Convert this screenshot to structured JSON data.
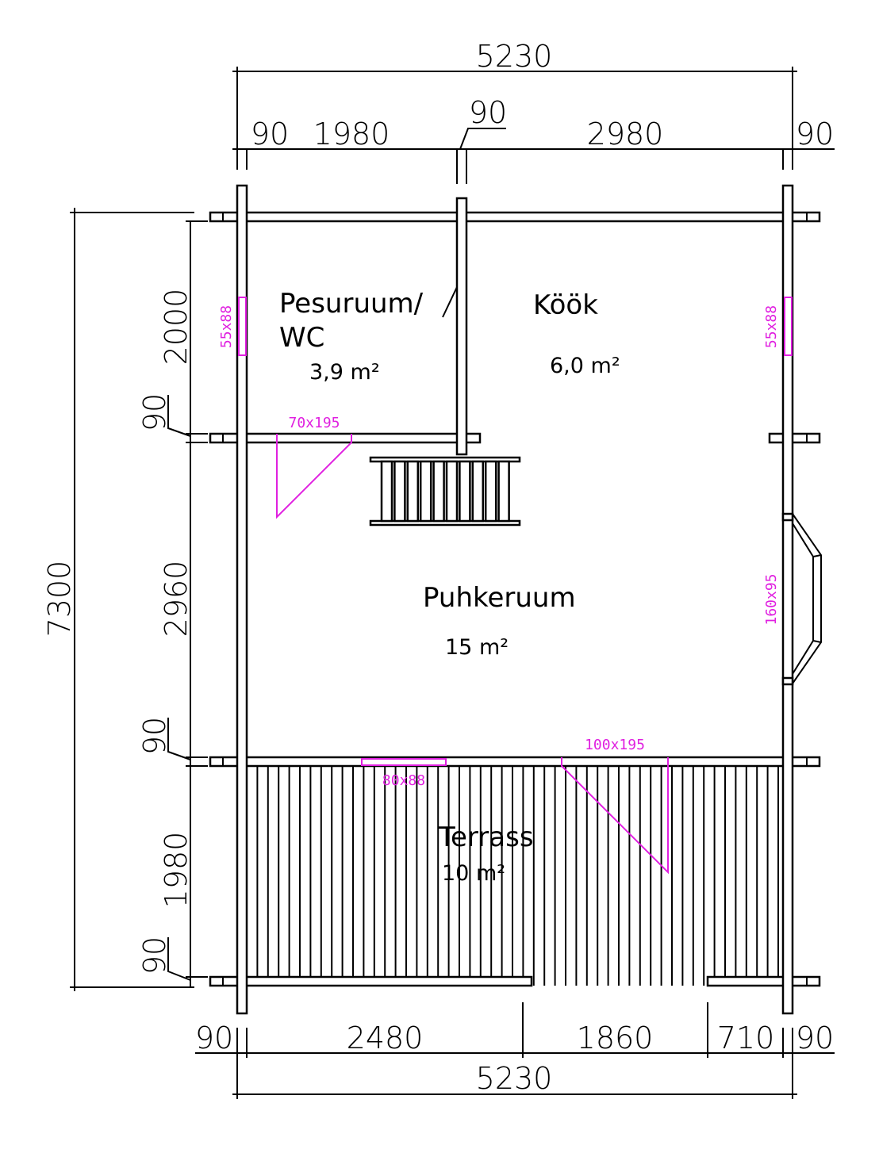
{
  "dimensions": {
    "top_total": "5230",
    "top_segments": [
      "90",
      "1980",
      "90",
      "2980",
      "90"
    ],
    "left_total": "7300",
    "left_segments": [
      "2000",
      "90",
      "2960",
      "90",
      "1980",
      "90"
    ],
    "bottom_segments": [
      "90",
      "2480",
      "1860",
      "710",
      "90"
    ],
    "bottom_total": "5230"
  },
  "rooms": [
    {
      "name": "Pesuruum/",
      "name2": "WC",
      "area": "3,9  m²"
    },
    {
      "name": "Köök",
      "area": "6,0  m²"
    },
    {
      "name": "Puhkeruum",
      "area": "15  m²"
    },
    {
      "name": "Terrass",
      "area": "10  m²"
    }
  ],
  "openings": {
    "window_wc": "55x88",
    "window_kitchen": "55x88",
    "door_wc": "70x195",
    "window_bay": "160x95",
    "window_terrace": "80x88",
    "door_main": "100x195"
  },
  "colors": {
    "openings": "#e020e0",
    "lines": "#000000"
  }
}
